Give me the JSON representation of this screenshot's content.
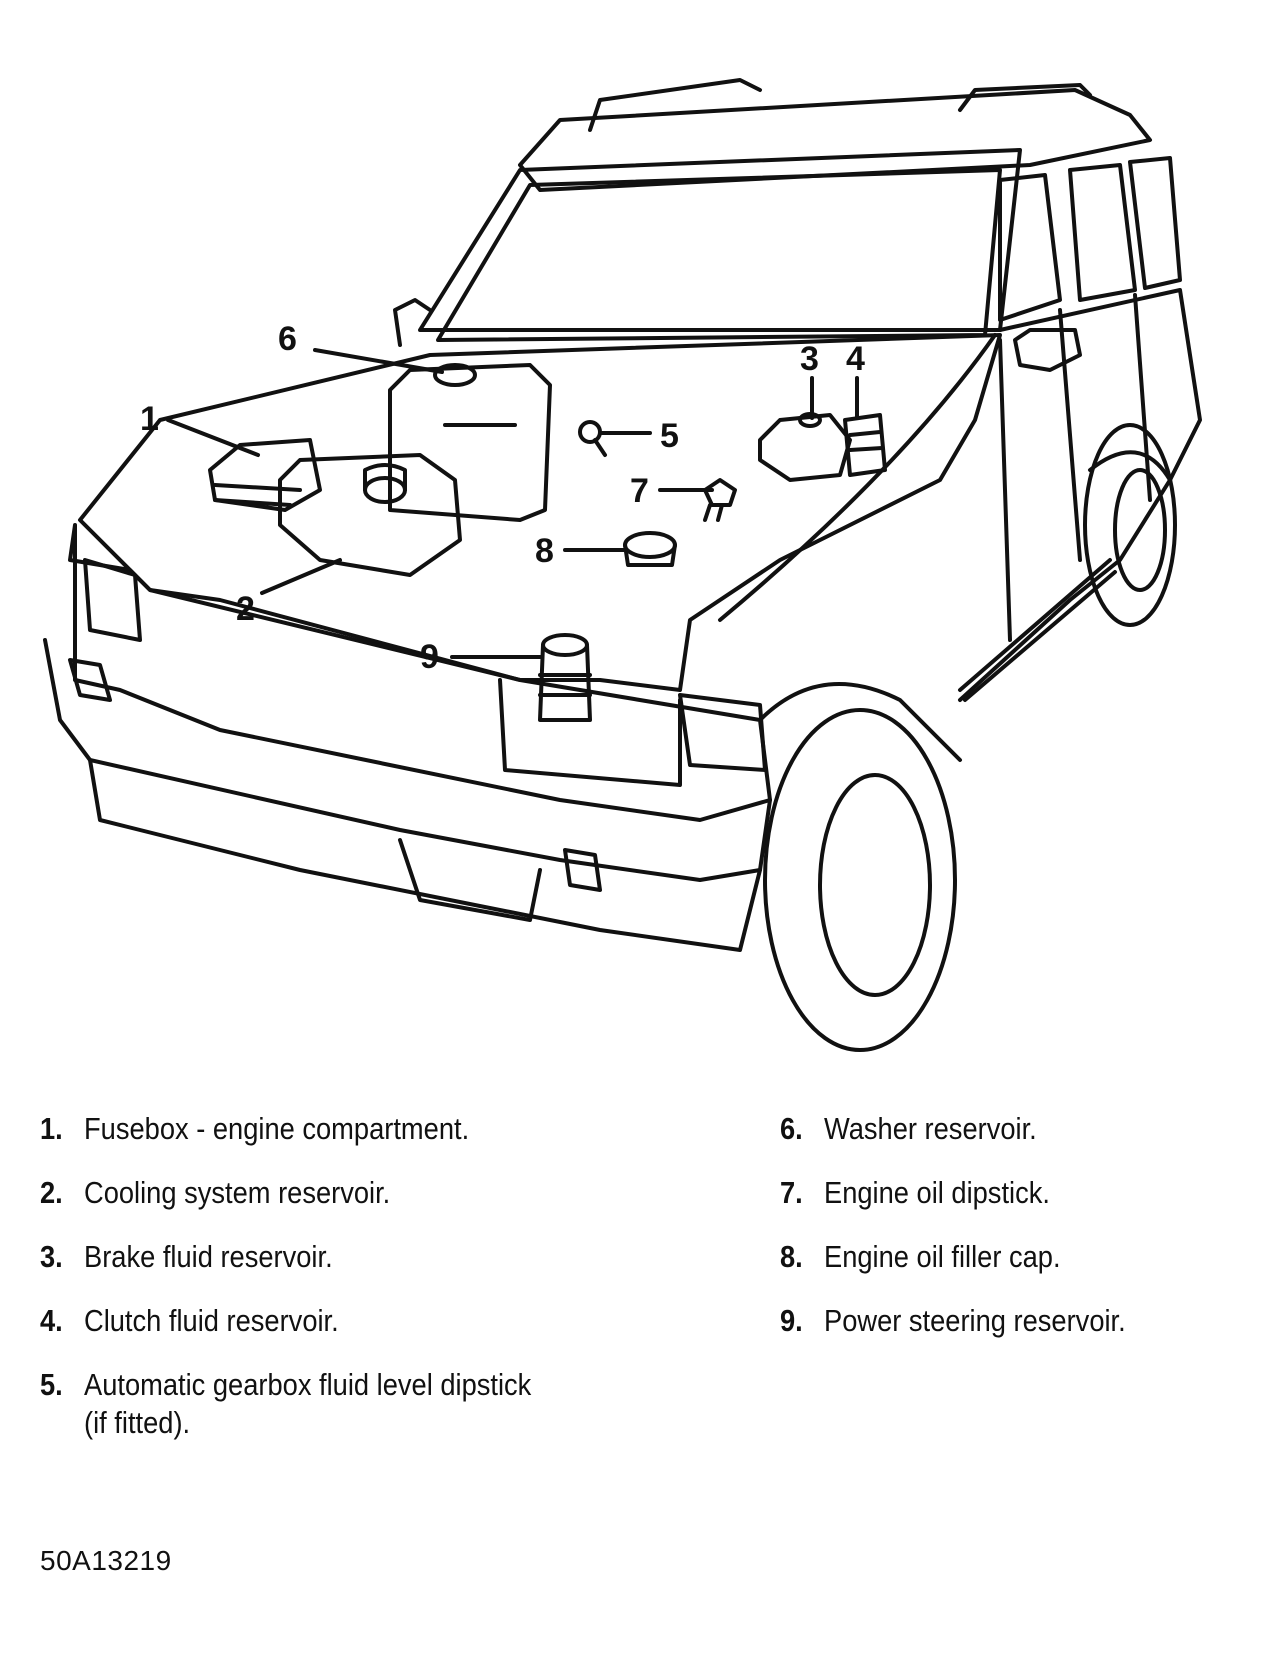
{
  "callouts": [
    {
      "num": "1"
    },
    {
      "num": "2"
    },
    {
      "num": "3"
    },
    {
      "num": "4"
    },
    {
      "num": "5"
    },
    {
      "num": "6"
    },
    {
      "num": "7"
    },
    {
      "num": "8"
    },
    {
      "num": "9"
    }
  ],
  "legend": {
    "left": [
      {
        "num": "1.",
        "text": "Fusebox - engine compartment."
      },
      {
        "num": "2.",
        "text": "Cooling system reservoir."
      },
      {
        "num": "3.",
        "text": "Brake fluid reservoir."
      },
      {
        "num": "4.",
        "text": "Clutch fluid reservoir."
      },
      {
        "num": "5.",
        "text": "Automatic gearbox fluid level dipstick",
        "text2": "(if fitted)."
      }
    ],
    "right": [
      {
        "num": "6.",
        "text": "Washer reservoir."
      },
      {
        "num": "7.",
        "text": "Engine oil dipstick."
      },
      {
        "num": "8.",
        "text": "Engine oil filler cap."
      },
      {
        "num": "9.",
        "text": "Power steering reservoir."
      }
    ]
  },
  "figure_code": "50A13219",
  "colors": {
    "ink": "#111111",
    "paper": "#ffffff"
  }
}
